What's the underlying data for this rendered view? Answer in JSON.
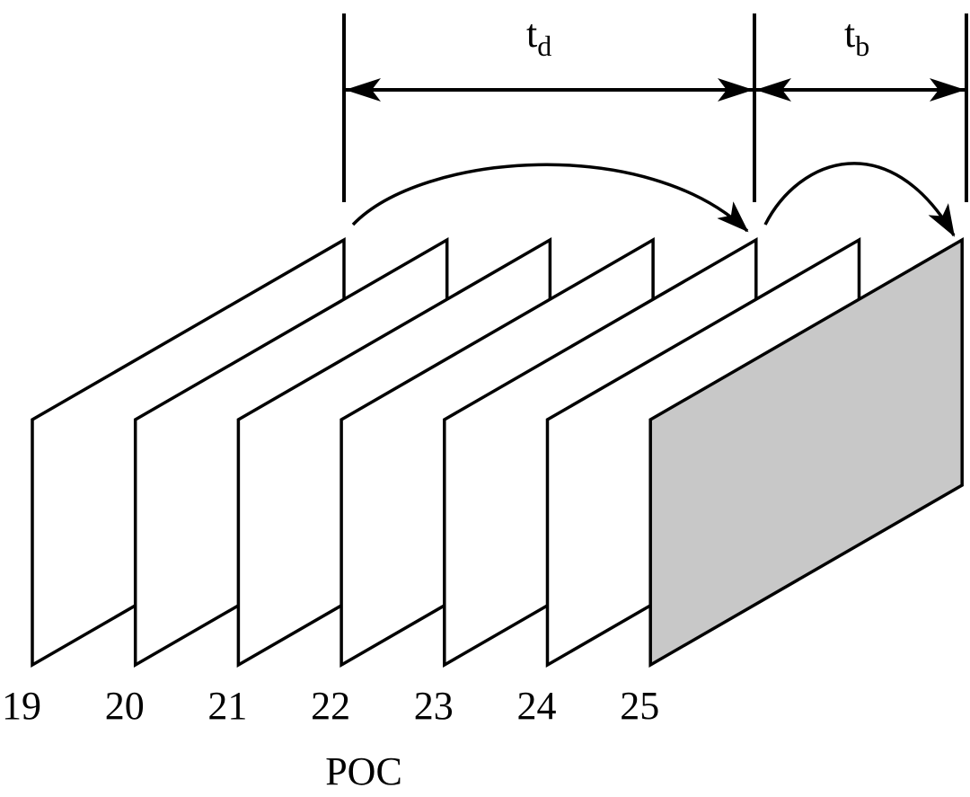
{
  "frames": [
    {
      "poc": "19",
      "shaded": false
    },
    {
      "poc": "20",
      "shaded": false
    },
    {
      "poc": "21",
      "shaded": false
    },
    {
      "poc": "22",
      "shaded": false
    },
    {
      "poc": "23",
      "shaded": false
    },
    {
      "poc": "24",
      "shaded": false
    },
    {
      "poc": "25",
      "shaded": true
    }
  ],
  "axis_label": "POC",
  "dimensions": {
    "td": {
      "main": "t",
      "sub": "d"
    },
    "tb": {
      "main": "t",
      "sub": "b"
    }
  },
  "colors": {
    "stroke": "#000000",
    "frame_fill": "#ffffff",
    "shaded_fill": "#c8c8c8"
  }
}
